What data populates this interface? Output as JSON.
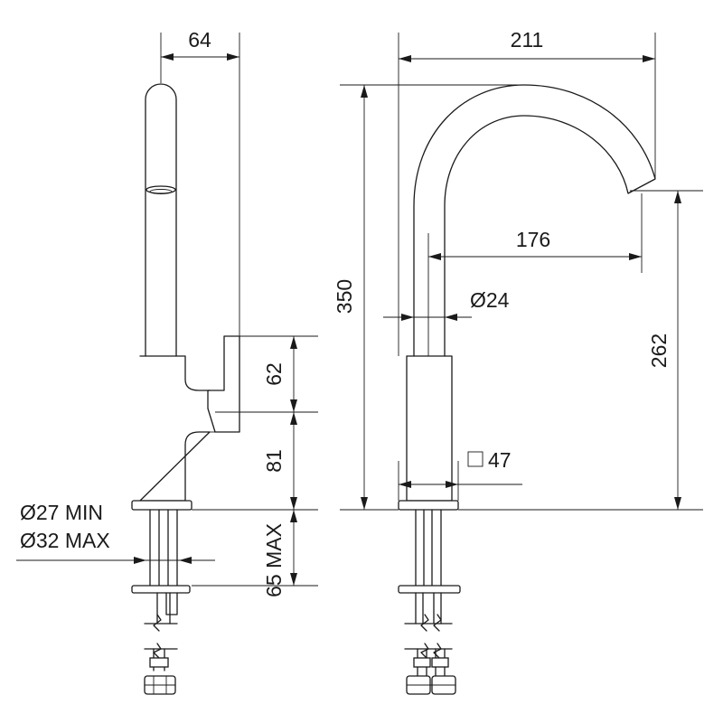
{
  "dimensions": {
    "side_spout_offset": "64",
    "side_handle_height": "62",
    "side_base_height": "81",
    "side_hole_min": "Ø27 MIN",
    "side_hole_max": "Ø32 MAX",
    "side_deck_thickness": "65 MAX",
    "front_reach_total": "211",
    "front_total_height": "350",
    "front_reach_spout": "176",
    "front_spout_diameter": "Ø24",
    "front_outlet_height": "262",
    "front_body_square": "47"
  }
}
